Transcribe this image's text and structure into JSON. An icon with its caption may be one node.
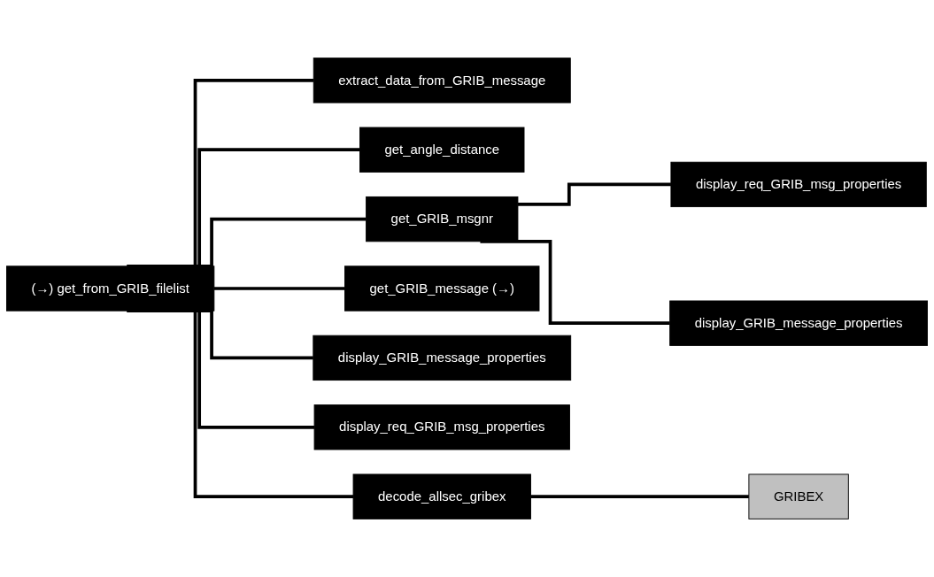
{
  "diagram": {
    "nodes": [
      {
        "text": [
          "(→) get_from_GRIB_filelist"
        ]
      },
      {
        "text": [
          "get_GRIB_msgnr"
        ]
      },
      {
        "text": [
          "display_req_GRIB_msg_properties"
        ]
      },
      {
        "text": [
          "display_GRIB_message_properties"
        ]
      },
      {
        "text": [
          "display_req_GRIB_msg_properties"
        ]
      },
      {
        "text": [
          "display_GRIB_message_properties"
        ]
      },
      {
        "text": [
          "get_GRIB_message (→)"
        ]
      },
      {
        "text": [
          "decode_allsec_gribex"
        ]
      },
      {
        "text": [
          "GRIBEX"
        ]
      },
      {
        "text": [
          "get_angle_distance"
        ]
      },
      {
        "text": [
          "extract_data_from_GRIB_message"
        ]
      }
    ],
    "edges": [
      {
        "from": 0,
        "to": 1,
        "arrow": "none"
      },
      {
        "from": 1,
        "to": 2,
        "arrow": "none"
      },
      {
        "from": 1,
        "to": 3,
        "arrow": "none"
      },
      {
        "from": 0,
        "to": 4,
        "arrow": "none"
      },
      {
        "from": 0,
        "to": 5,
        "arrow": "none"
      },
      {
        "from": 0,
        "to": 6,
        "arrow": "none"
      },
      {
        "from": 0,
        "to": 7,
        "arrow": "none"
      },
      {
        "from": 7,
        "to": 8,
        "arrow": "none"
      },
      {
        "from": 0,
        "to": 9,
        "arrow": "none"
      },
      {
        "from": 0,
        "to": 10,
        "arrow": "none"
      }
    ]
  }
}
